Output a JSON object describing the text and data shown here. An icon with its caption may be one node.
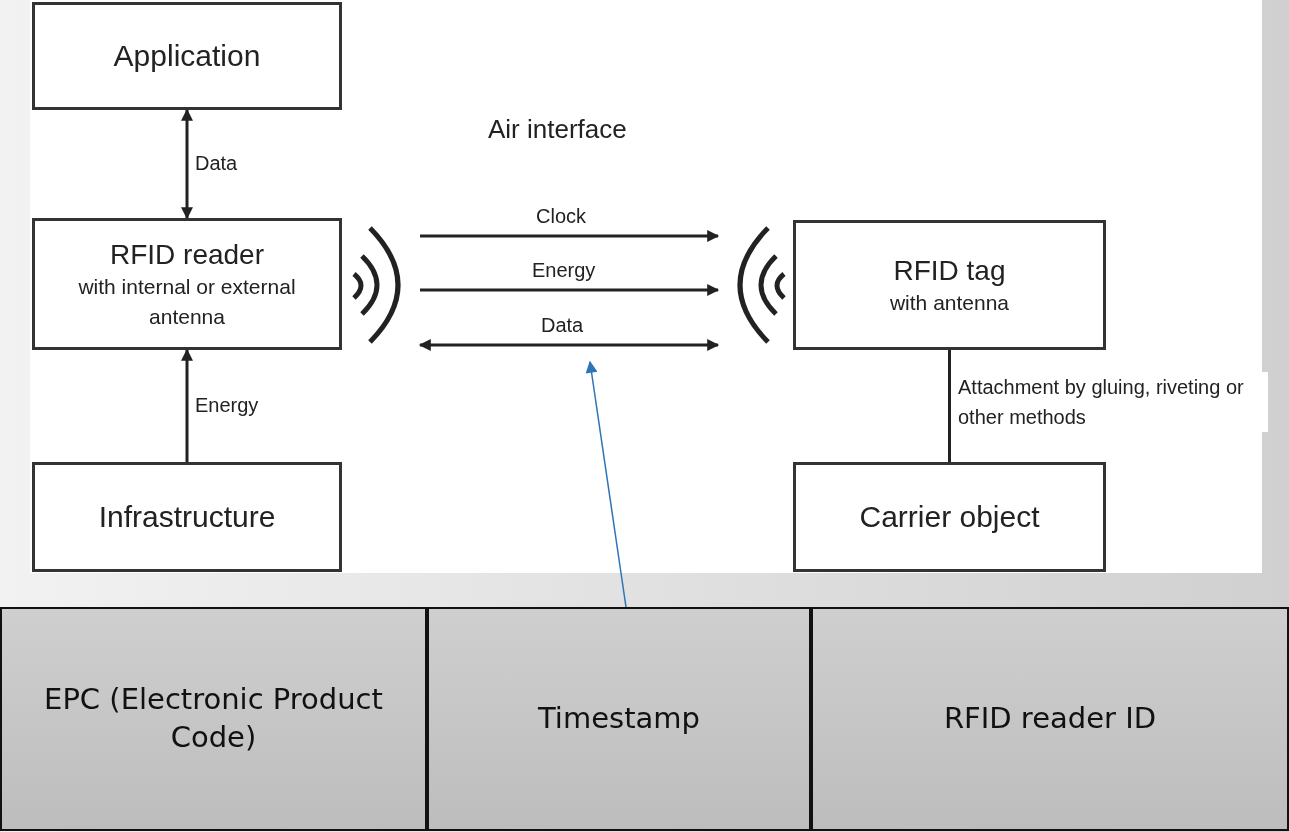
{
  "diagram": {
    "nodes": [
      {
        "text": [
          "Application"
        ]
      },
      {
        "text": [
          "RFID reader",
          "with internal or external antenna"
        ]
      },
      {
        "text": [
          "Infrastructure"
        ]
      },
      {
        "text": [
          "RFID tag",
          "with antenna"
        ]
      },
      {
        "text": [
          "Carrier object"
        ]
      },
      {
        "text": [
          "EPC (Electronic Product Code)"
        ]
      },
      {
        "text": [
          "Timestamp"
        ]
      },
      {
        "text": [
          "RFID reader ID"
        ]
      },
      {
        "text": [],
        "shape": "picture"
      },
      {
        "text": [],
        "shape": "picture"
      }
    ],
    "edges": [
      {
        "from": 1,
        "to": 0,
        "arrow": "both",
        "label": "Data"
      },
      {
        "from": 2,
        "to": 1,
        "arrow": "to",
        "label": "Energy"
      },
      {
        "from": 3,
        "to": 4,
        "arrow": "none",
        "label": "Attachment by gluing, riveting or other methods"
      },
      {
        "from": 8,
        "to": 9,
        "arrow": "to",
        "label": "Clock"
      },
      {
        "from": 8,
        "to": 9,
        "arrow": "to",
        "label": "Energy"
      },
      {
        "from": 8,
        "to": 9,
        "arrow": "both",
        "label": "Data"
      },
      {
        "from": 6,
        "to": null,
        "arrow": "to",
        "color": "#2e75b6"
      }
    ],
    "labels": [
      "Air interface"
    ]
  }
}
